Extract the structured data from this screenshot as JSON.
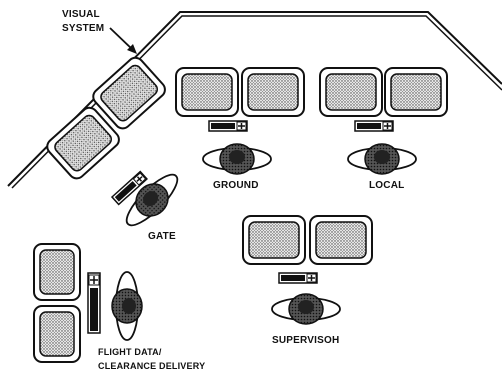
{
  "visual_system": {
    "line1": "VISUAL",
    "line2": "SYSTEM"
  },
  "positions": {
    "ground": "GROUND",
    "local": "LOCAL",
    "gate": "GATE",
    "supervisor": "SUPERVISOH",
    "flight_data_line1": "FLIGHT DATA/",
    "flight_data_line2": "CLEARANCE DELIVERY"
  },
  "colors": {
    "ink": "#111111",
    "screen_fill": "#bdbdbd",
    "paper": "#ffffff"
  }
}
